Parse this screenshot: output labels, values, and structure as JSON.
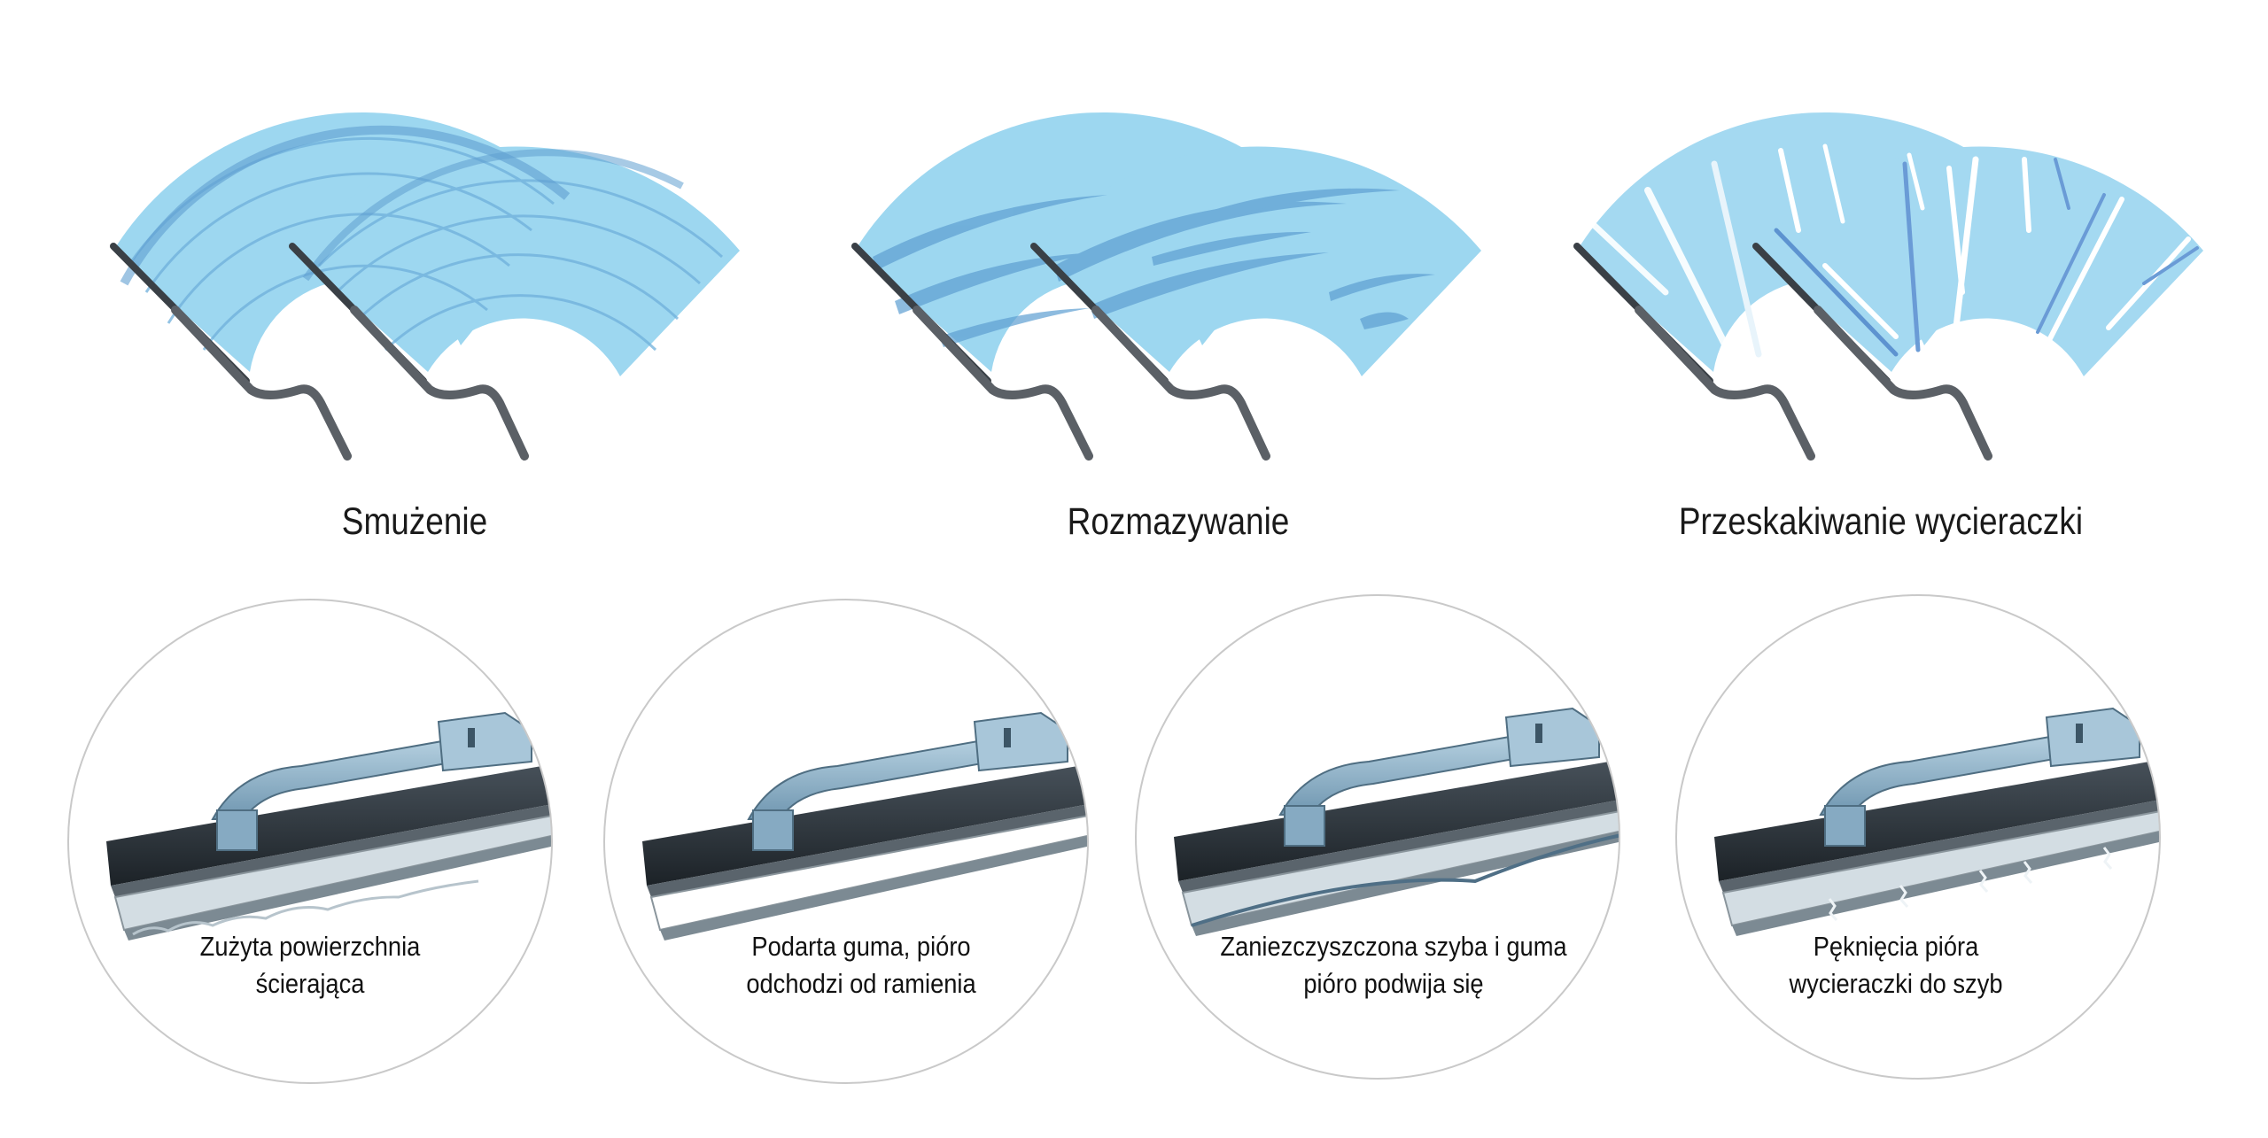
{
  "panels": [
    {
      "title": "Smużenie",
      "icon": "windshield-wiper-streaking-icon"
    },
    {
      "title": "Rozmazywanie",
      "icon": "windshield-wiper-smearing-icon"
    },
    {
      "title": "Przeskakiwanie wycieraczki",
      "icon": "windshield-wiper-chattering-icon"
    }
  ],
  "details": [
    {
      "line1": "Zużyta powierzchnia",
      "line2": "ścierająca",
      "icon": "worn-blade-edge-icon"
    },
    {
      "line1": "Podarta guma, pióro",
      "line2": "odchodzi od ramienia",
      "icon": "torn-rubber-blade-icon"
    },
    {
      "line1": "Zaniezczyszczona szyba i guma",
      "line2": "pióro podwija się",
      "icon": "dirty-bent-blade-icon"
    },
    {
      "line1": "Pęknięcia pióra",
      "line2": "wycieraczki do szyb",
      "icon": "cracked-blade-icon"
    }
  ],
  "colors": {
    "wiped_area": "#9dd7f0",
    "streak": "#5fa6d6",
    "blade_dark": "#2c3238",
    "arm_gray": "#6b7076",
    "bracket_blue": "#8fb4cc",
    "circle_outline": "#c9c9c9"
  }
}
